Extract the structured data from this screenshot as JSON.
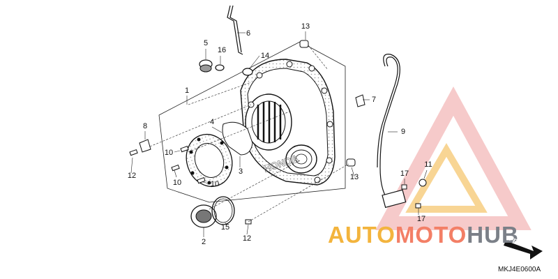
{
  "diagram": {
    "part_code": "MKJ4E0600A",
    "direction_label": "FR.",
    "watermark": {
      "part1": "AUTO",
      "part2": "MOTO",
      "part3": "HUB"
    },
    "callouts": [
      {
        "id": "c1",
        "label": "1"
      },
      {
        "id": "c2",
        "label": "2"
      },
      {
        "id": "c3",
        "label": "3"
      },
      {
        "id": "c4",
        "label": "4"
      },
      {
        "id": "c5",
        "label": "5"
      },
      {
        "id": "c6",
        "label": "6"
      },
      {
        "id": "c7",
        "label": "7"
      },
      {
        "id": "c8",
        "label": "8"
      },
      {
        "id": "c9",
        "label": "9"
      },
      {
        "id": "c10a",
        "label": "10"
      },
      {
        "id": "c10b",
        "label": "10"
      },
      {
        "id": "c10c",
        "label": "10"
      },
      {
        "id": "c11",
        "label": "11"
      },
      {
        "id": "c12a",
        "label": "12"
      },
      {
        "id": "c12b",
        "label": "12"
      },
      {
        "id": "c13a",
        "label": "13"
      },
      {
        "id": "c13b",
        "label": "13"
      },
      {
        "id": "c14",
        "label": "14"
      },
      {
        "id": "c15",
        "label": "15"
      },
      {
        "id": "c16",
        "label": "16"
      },
      {
        "id": "c17a",
        "label": "17"
      },
      {
        "id": "c17b",
        "label": "17"
      }
    ]
  }
}
